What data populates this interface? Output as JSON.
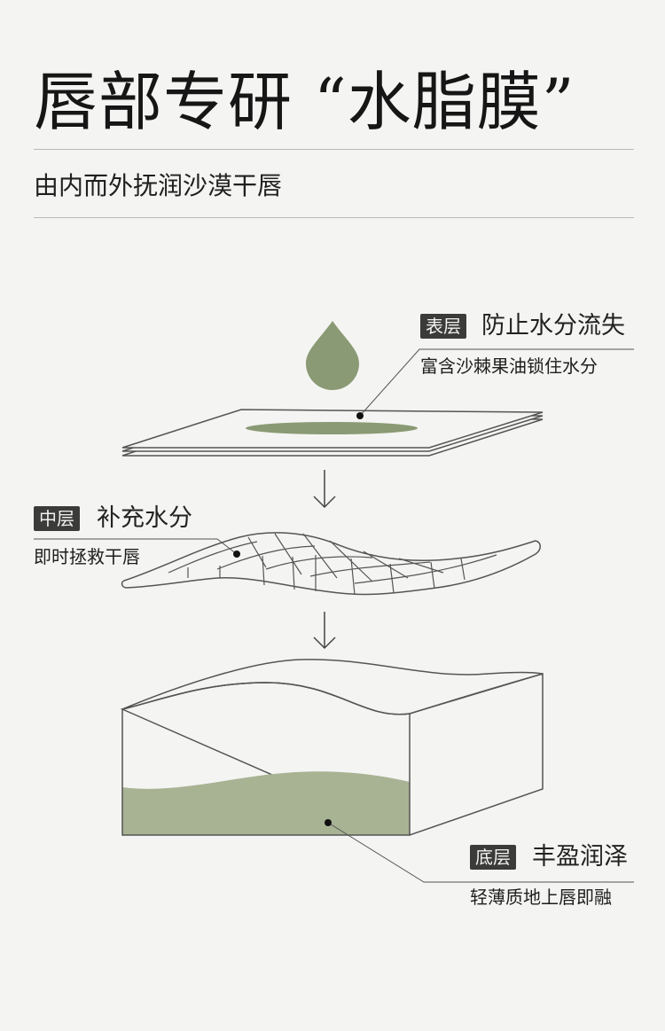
{
  "title": "唇部专研 “水脂膜”",
  "subtitle": "由内而外抚润沙漠干唇",
  "layers": [
    {
      "tag": "表层",
      "heading": "防止水分流失",
      "desc": "富含沙棘果油锁住水分"
    },
    {
      "tag": "中层",
      "heading": "补充水分",
      "desc": "即时拯救干唇"
    },
    {
      "tag": "底层",
      "heading": "丰盈润泽",
      "desc": "轻薄质地上唇即融"
    }
  ],
  "colors": {
    "accent": "#8a9a74",
    "fill": "#a8b394",
    "tag_bg": "#3b3b39",
    "line": "#555555"
  }
}
